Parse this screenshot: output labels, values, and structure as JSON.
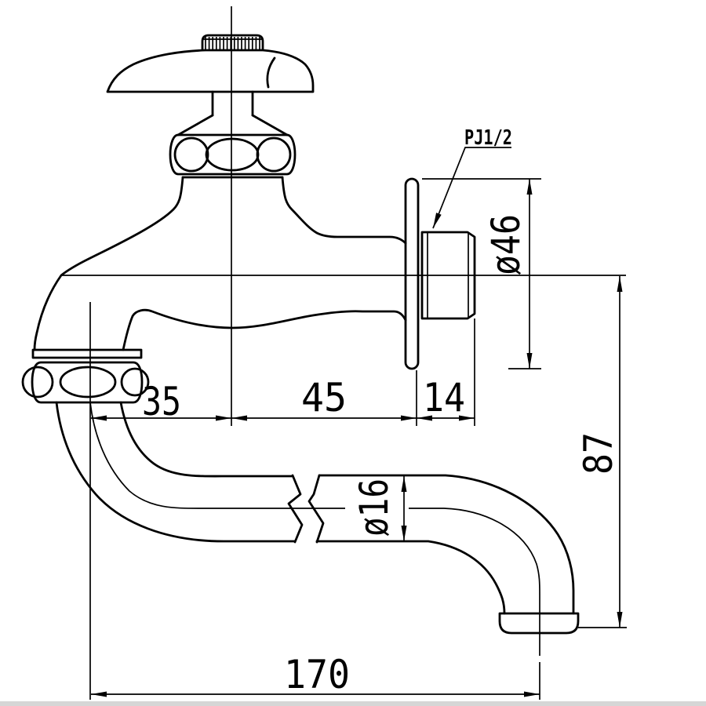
{
  "labels": {
    "thread": "PJ1/2",
    "dim_spout_nut_to_center": "35",
    "dim_center_to_wall": "45",
    "dim_wall_projection": "14",
    "dim_flange_diameter": "ø46",
    "dim_pipe_diameter": "ø16",
    "dim_height": "87",
    "dim_reach": "170"
  },
  "colors": {
    "line": "#000000",
    "background": "#ffffff",
    "bottom_strip": "#d6d6d6"
  }
}
